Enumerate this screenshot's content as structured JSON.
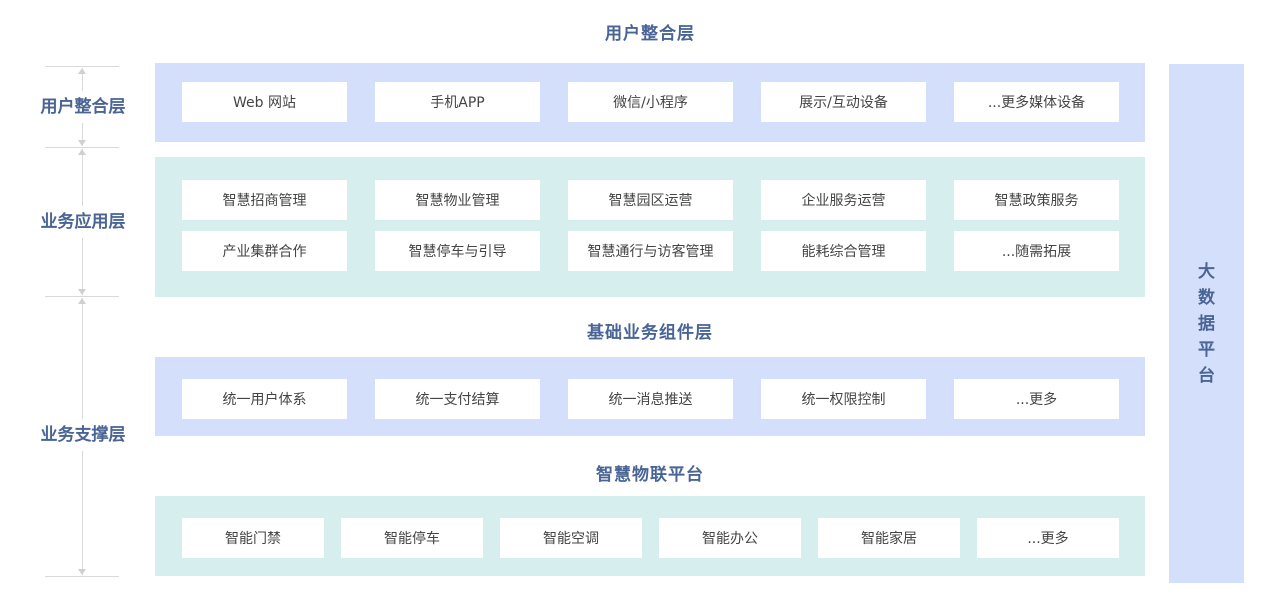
{
  "headings": {
    "user_layer": "用户整合层",
    "base_components": "基础业务组件层",
    "iot_platform": "智慧物联平台"
  },
  "side_labels": {
    "user": "用户整合层",
    "business_app": "业务应用层",
    "business_support": "业务支撑层"
  },
  "user_layer_items": [
    "Web 网站",
    "手机APP",
    "微信/小程序",
    "展示/互动设备",
    "...更多媒体设备"
  ],
  "business_app_row1": [
    "智慧招商管理",
    "智慧物业管理",
    "智慧园区运营",
    "企业服务运营",
    "智慧政策服务"
  ],
  "business_app_row2": [
    "产业集群合作",
    "智慧停车与引导",
    "智慧通行与访客管理",
    "能耗综合管理",
    "...随需拓展"
  ],
  "base_components_items": [
    "统一用户体系",
    "统一支付结算",
    "统一消息推送",
    "统一权限控制",
    "...更多"
  ],
  "iot_items": [
    "智能门禁",
    "智能停车",
    "智能空调",
    "智能办公",
    "智能家居",
    "...更多"
  ],
  "platform_chars": [
    "大",
    "数",
    "据",
    "平",
    "台"
  ],
  "colors": {
    "accent_text": "#4a6496",
    "blue_panel": "#d4e0fb",
    "teal_panel": "#d6eeee"
  }
}
